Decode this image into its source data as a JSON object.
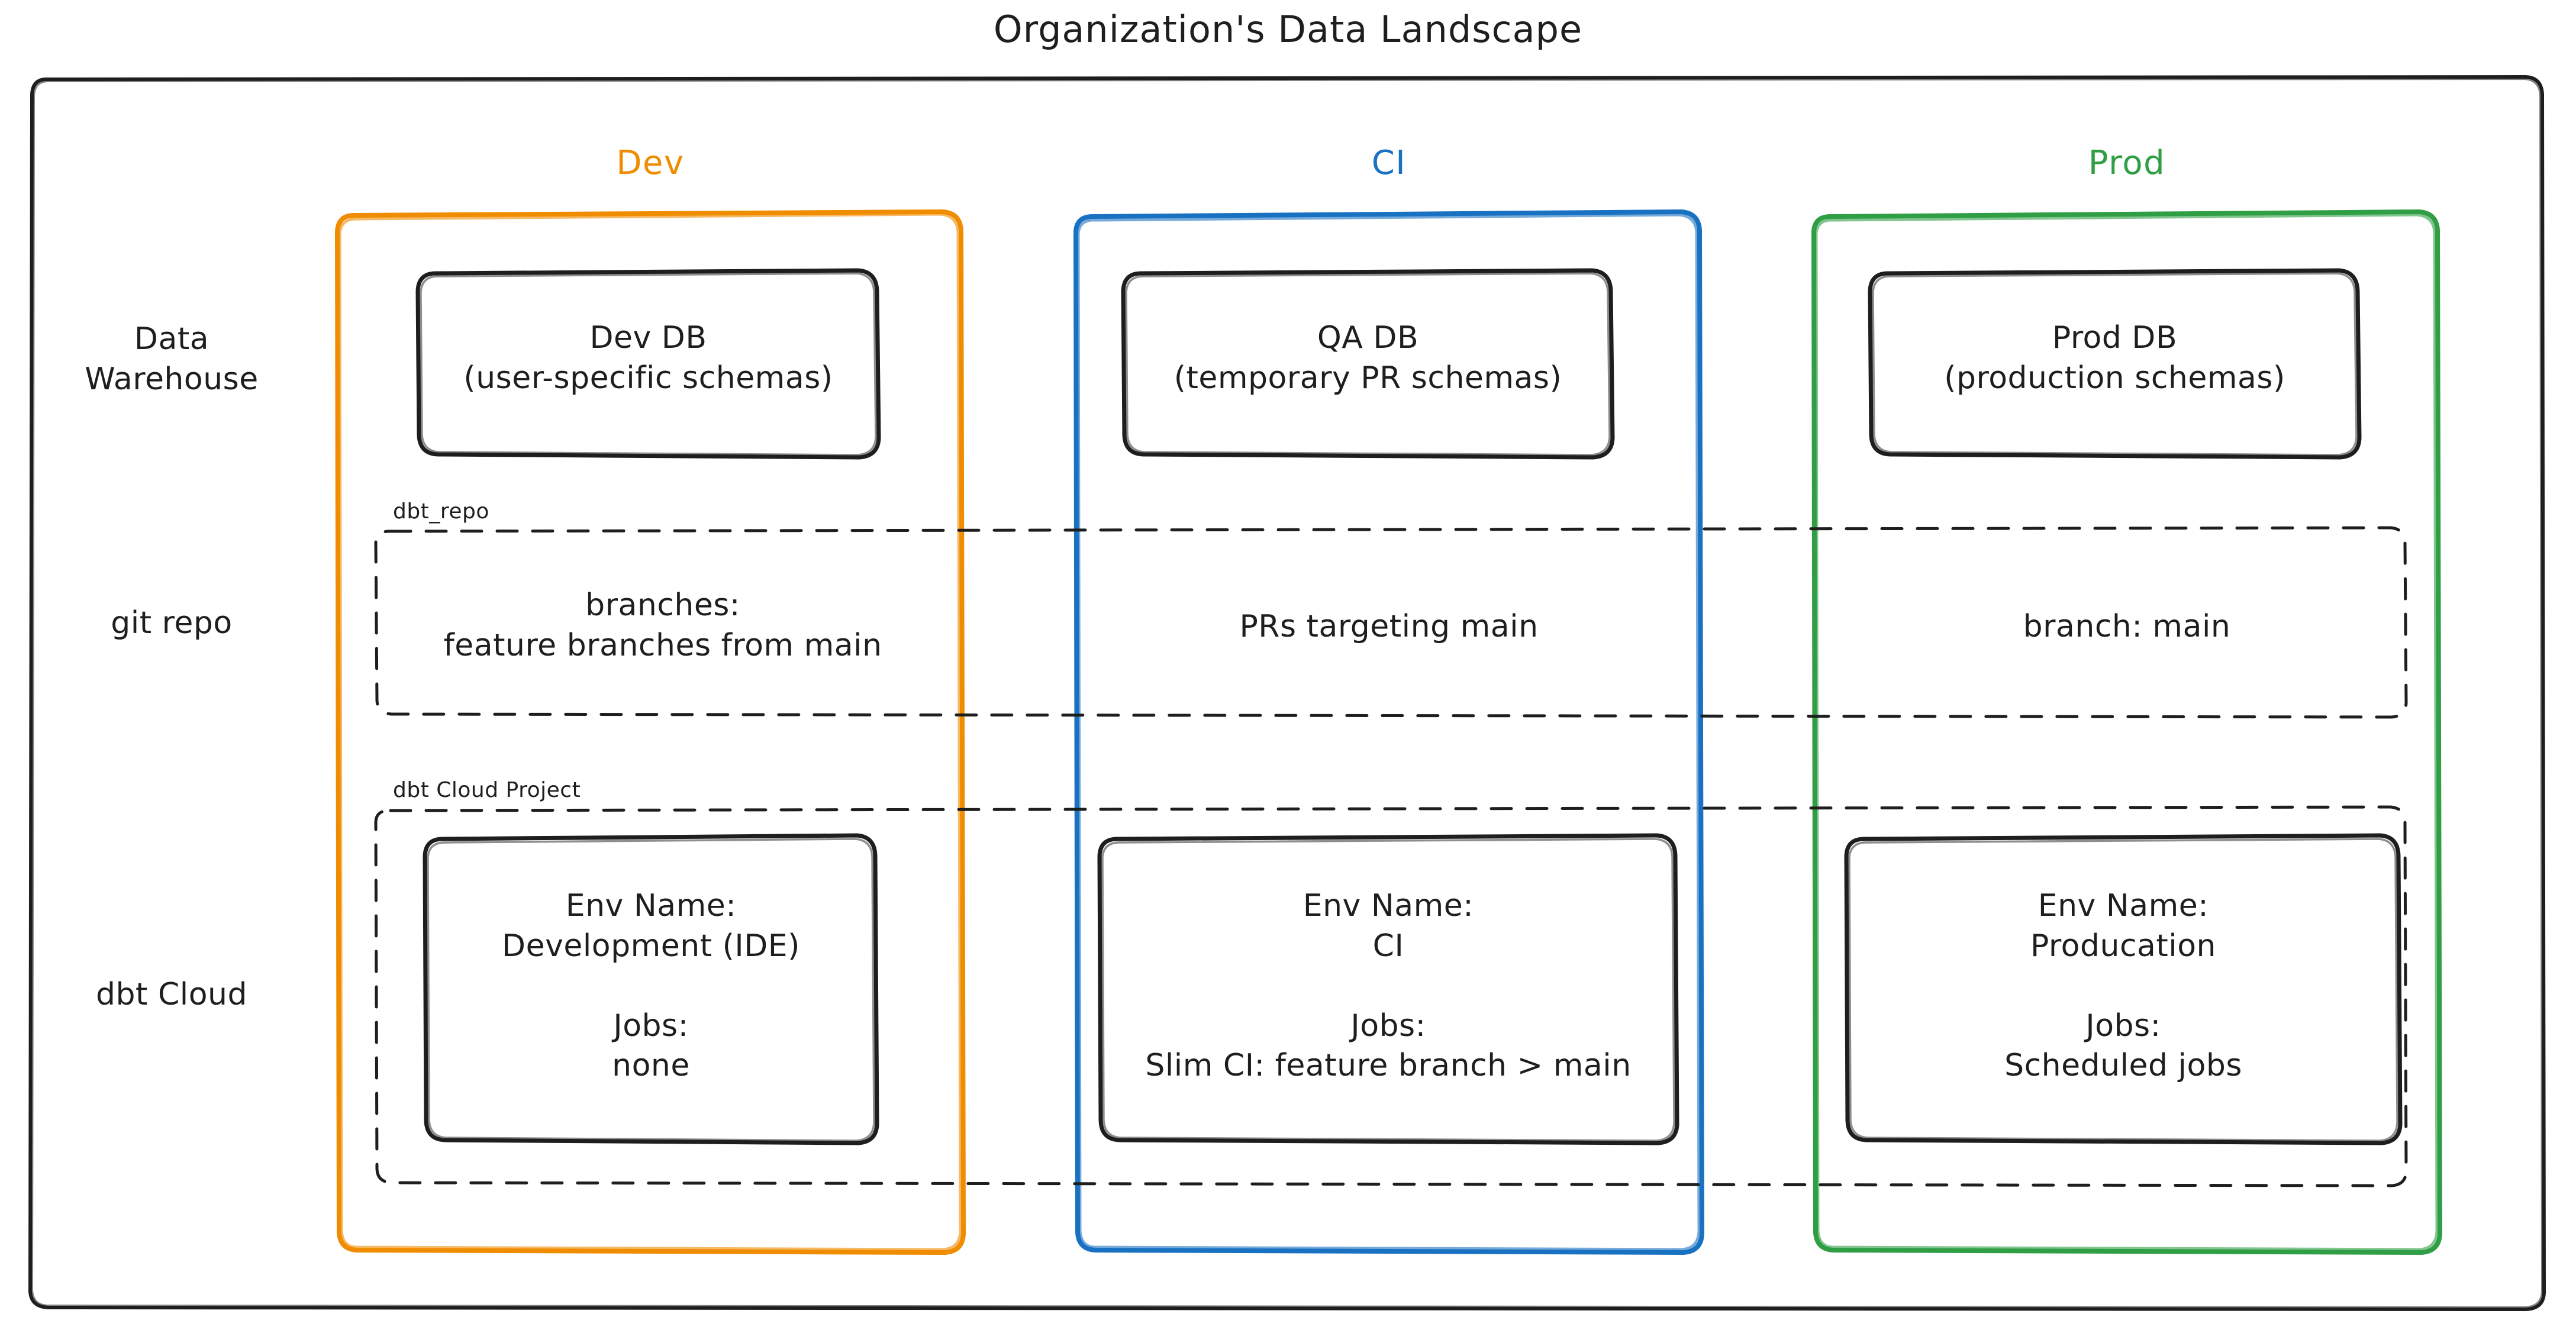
{
  "diagram": {
    "title": "Organization's Data Landscape",
    "colors": {
      "dev": "#f08c00",
      "ci": "#1971c2",
      "prod": "#2f9e44",
      "stroke": "#1e1e1e",
      "background": "#ffffff"
    }
  },
  "columns": [
    {
      "key": "dev",
      "label": "Dev",
      "color": "#f08c00"
    },
    {
      "key": "ci",
      "label": "CI",
      "color": "#1971c2"
    },
    {
      "key": "prod",
      "label": "Prod",
      "color": "#2f9e44"
    }
  ],
  "rows": [
    {
      "key": "data-warehouse",
      "label": "Data\nWarehouse"
    },
    {
      "key": "git-repo",
      "label": "git repo"
    },
    {
      "key": "dbt-cloud",
      "label": "dbt Cloud"
    }
  ],
  "groups": {
    "git_repo_tag": "dbt_repo",
    "dbt_cloud_tag": "dbt Cloud Project"
  },
  "cells": {
    "warehouse": {
      "dev": "Dev DB\n(user-specific schemas)",
      "ci": "QA DB\n(temporary PR schemas)",
      "prod": "Prod DB\n(production schemas)"
    },
    "git": {
      "dev": "branches:\nfeature branches from main",
      "ci": "PRs targeting main",
      "prod": "branch: main"
    },
    "dbt_cloud": {
      "dev": "Env Name:\nDevelopment (IDE)\n\nJobs:\nnone",
      "ci": "Env Name:\nCI\n\nJobs:\nSlim CI: feature branch > main",
      "prod": "Env Name:\nProducation\n\nJobs:\nScheduled jobs"
    }
  }
}
